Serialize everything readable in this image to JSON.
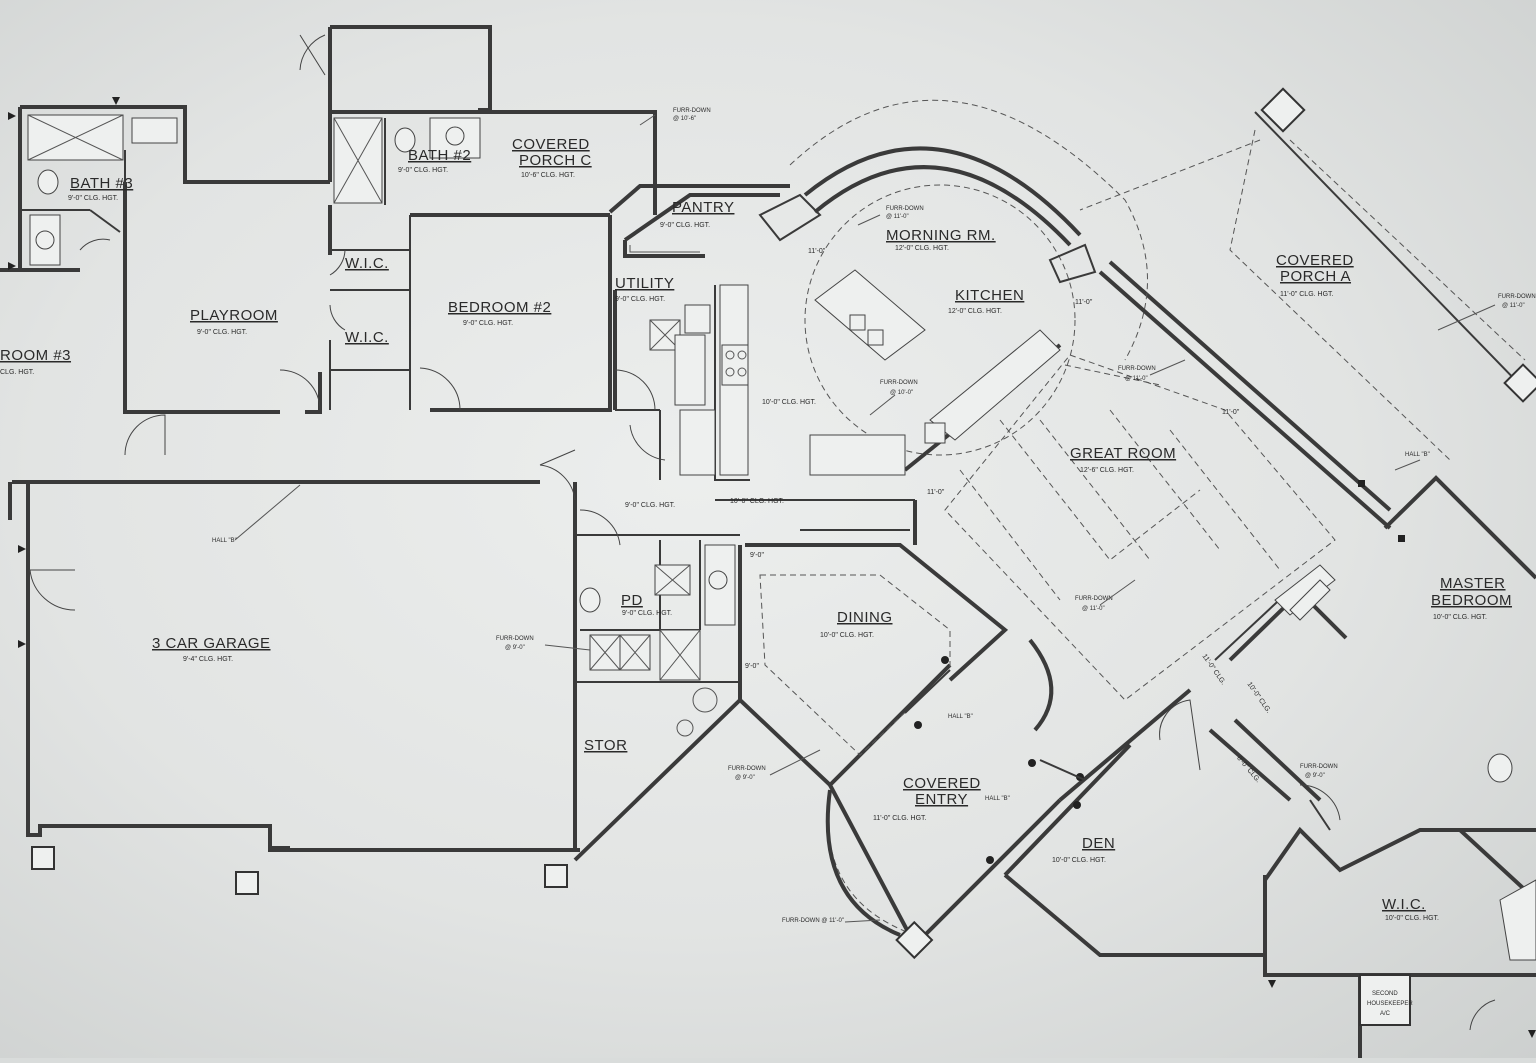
{
  "plan": {
    "rooms": {
      "bath3": {
        "name": "BATH #3",
        "ceiling": "9'-0\" CLG. HGT."
      },
      "bath2": {
        "name": "BATH #2",
        "ceiling": "9'-0\" CLG. HGT."
      },
      "porch_c": {
        "name_line1": "COVERED",
        "name_line2": "PORCH C",
        "ceiling": "10'-6\" CLG. HGT."
      },
      "pantry": {
        "name": "PANTRY",
        "ceiling": "9'-0\" CLG. HGT."
      },
      "morning_rm": {
        "name": "MORNING RM.",
        "ceiling": "12'-0\" CLG. HGT."
      },
      "porch_a": {
        "name_line1": "COVERED",
        "name_line2": "PORCH A",
        "ceiling": "11'-0\" CLG. HGT."
      },
      "wic_a": {
        "name": "W.I.C."
      },
      "wic_b": {
        "name": "W.I.C."
      },
      "playroom": {
        "name": "PLAYROOM",
        "ceiling": "9'-0\" CLG. HGT."
      },
      "bedroom2": {
        "name": "BEDROOM #2",
        "ceiling": "9'-0\" CLG. HGT."
      },
      "utility": {
        "name": "UTILITY",
        "ceiling": "9'-0\" CLG. HGT."
      },
      "kitchen": {
        "name": "KITCHEN",
        "ceiling": "12'-0\" CLG. HGT."
      },
      "bedroom3": {
        "name": "ROOM #3",
        "ceiling": "CLG. HGT."
      },
      "great_room": {
        "name": "GREAT ROOM",
        "ceiling": "12'-6\" CLG. HGT."
      },
      "garage": {
        "name": "3 CAR GARAGE",
        "ceiling": "9'-4\" CLG. HGT."
      },
      "dining": {
        "name": "DINING",
        "ceiling": "10'-0\" CLG. HGT."
      },
      "pd": {
        "name": "PD",
        "ceiling": "9'-0\" CLG. HGT."
      },
      "master": {
        "name_line1": "MASTER",
        "name_line2": "BEDROOM",
        "ceiling": "10'-0\" CLG. HGT."
      },
      "stor": {
        "name": "STOR"
      },
      "covered_entry": {
        "name_line1": "COVERED",
        "name_line2": "ENTRY",
        "ceiling": "11'-0\" CLG. HGT."
      },
      "den": {
        "name": "DEN",
        "ceiling": "10'-0\" CLG. HGT."
      },
      "wic_master": {
        "name": "W.I.C.",
        "ceiling": "10'-0\" CLG. HGT."
      }
    },
    "notes": {
      "hall_9_a": "9'-0\" CLG. HGT.",
      "hall_10_a": "10'-0\" CLG. HGT.",
      "hall_10_b": "10'-0\" CLG. HGT.",
      "hall_11_a": "11'-0\"",
      "hall_11_b": "11'-0\"",
      "hall_11_c": "11'-0\"",
      "hall_11_d": "11'-0\"",
      "hall_9_b": "9'-0\"",
      "hall_9_c": "9'-0\"",
      "dim_11_10": "11'-0\" CLG.",
      "dim_10_0": "10'-0\" CLG.",
      "dim_8": "8'-0\" CLG.",
      "furr_1": "FURR-DOWN",
      "furr_1b": "@ 10'-6\"",
      "furr_2": "FURR-DOWN",
      "furr_2b": "@ 11'-0\"",
      "furr_3": "FURR-DOWN",
      "furr_3b": "@ 10'-0\"",
      "furr_4": "FURR-DOWN",
      "furr_4b": "@ 11'-0\"",
      "furr_5": "FURR-DOWN",
      "furr_5b": "@ 9'-0\"",
      "furr_6": "FURR-DOWN",
      "furr_6b": "@ 11'-0\"",
      "furr_7": "FURR-DOWN",
      "furr_7b": "@ 9'-0\"",
      "furr_8": "FURR-DOWN @ 11'-0\"",
      "furr_9": "FURR-DOWN",
      "furr_9b": "@ 9'-0\"",
      "furr_10": "FURR-DOWN",
      "furr_10b": "@ 11'-0\"",
      "hall_label_1": "HALL \"B\"",
      "hall_label_2": "HALL \"B\"",
      "hall_label_3": "HALL \"B\"",
      "hall_label_4": "HALL \"B\"",
      "stamp_line1": "SECOND",
      "stamp_line2": "HOUSEKEEPER",
      "stamp_line3": "A/C"
    }
  }
}
